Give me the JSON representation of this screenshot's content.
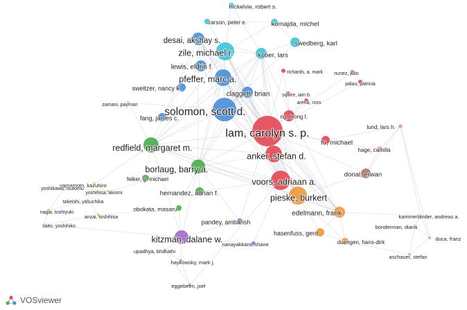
{
  "app": {
    "name": "VOSviewer"
  },
  "cluster_colors": {
    "blue": "#4c8fd6",
    "cyan": "#3fc6d8",
    "red": "#e44b57",
    "green": "#4cae4f",
    "orange": "#f0993a",
    "purple": "#a36cc8",
    "brown": "#b07a6e",
    "pink": "#e8a0b4",
    "yellow": "#cdd44a"
  },
  "network": {
    "nodes": [
      {
        "id": "mckelvie",
        "label": "mckelvie, robert s.",
        "cluster": "cyan",
        "weight": 1
      },
      {
        "id": "carson",
        "label": "carson, peter e.",
        "cluster": "cyan",
        "weight": 1
      },
      {
        "id": "komajda",
        "label": "komajda, michel",
        "cluster": "cyan",
        "weight": 2
      },
      {
        "id": "desai",
        "label": "desai, akshay s.",
        "cluster": "blue",
        "weight": 4
      },
      {
        "id": "swedberg",
        "label": "swedberg, karl",
        "cluster": "cyan",
        "weight": 2
      },
      {
        "id": "zile",
        "label": "zile, michael r.",
        "cluster": "cyan",
        "weight": 5
      },
      {
        "id": "kober",
        "label": "kober, lars",
        "cluster": "cyan",
        "weight": 3
      },
      {
        "id": "lewis",
        "label": "lewis, eldrin f.",
        "cluster": "blue",
        "weight": 3
      },
      {
        "id": "pfeffer",
        "label": "pfeffer, marc a.",
        "cluster": "blue",
        "weight": 5
      },
      {
        "id": "richards",
        "label": "richards, a. mark",
        "cluster": "red",
        "weight": 1
      },
      {
        "id": "nunez",
        "label": "nunez, julio",
        "cluster": "red",
        "weight": 1
      },
      {
        "id": "palau",
        "label": "palau, patricia",
        "cluster": "red",
        "weight": 1
      },
      {
        "id": "sweitzer",
        "label": "sweitzer, nancy k.",
        "cluster": "blue",
        "weight": 2
      },
      {
        "id": "claggett",
        "label": "claggett, brian",
        "cluster": "blue",
        "weight": 4
      },
      {
        "id": "squire",
        "label": "squire, iain b.",
        "cluster": "red",
        "weight": 1
      },
      {
        "id": "zamani",
        "label": "zamani, payman",
        "cluster": "yellow",
        "weight": 1
      },
      {
        "id": "arenaross",
        "label": "arena, ross",
        "cluster": "red",
        "weight": 1
      },
      {
        "id": "solomon",
        "label": "solomon, scott d.",
        "cluster": "blue",
        "weight": 8
      },
      {
        "id": "ng",
        "label": "ng, leong l.",
        "cluster": "red",
        "weight": 2
      },
      {
        "id": "fang",
        "label": "fang, james c.",
        "cluster": "blue",
        "weight": 2
      },
      {
        "id": "lam",
        "label": "lam, carolyn s. p.",
        "cluster": "red",
        "weight": 10
      },
      {
        "id": "lund",
        "label": "lund, lars h.",
        "cluster": "pink",
        "weight": 2
      },
      {
        "id": "fu",
        "label": "fu, michael",
        "cluster": "red",
        "weight": 2
      },
      {
        "id": "redfield",
        "label": "redfield, margaret m.",
        "cluster": "green",
        "weight": 5
      },
      {
        "id": "hage",
        "label": "hage, camilla",
        "cluster": "pink",
        "weight": 2
      },
      {
        "id": "anker",
        "label": "anker, stefan d.",
        "cluster": "red",
        "weight": 5
      },
      {
        "id": "borlaug",
        "label": "borlaug, barry a.",
        "cluster": "green",
        "weight": 5
      },
      {
        "id": "donal",
        "label": "donal, erwan",
        "cluster": "brown",
        "weight": 3
      },
      {
        "id": "felker",
        "label": "felker, g. michael",
        "cluster": "green",
        "weight": 1
      },
      {
        "id": "yamamoto",
        "label": "yamamoto, kazuhiro",
        "cluster": "yellow",
        "weight": 1
      },
      {
        "id": "voors",
        "label": "voors, adriaan a.",
        "cluster": "red",
        "weight": 6
      },
      {
        "id": "yoshikawa",
        "label": "yoshikawa, tsutomu",
        "cluster": "yellow",
        "weight": 1
      },
      {
        "id": "yoshihisa",
        "label": "yoshihisa, akiomi",
        "cluster": "yellow",
        "weight": 1
      },
      {
        "id": "takeishi",
        "label": "takeishi, yasuchika",
        "cluster": "yellow",
        "weight": 1
      },
      {
        "id": "hernandez",
        "label": "hernandez, adrian f.",
        "cluster": "green",
        "weight": 3
      },
      {
        "id": "pieske",
        "label": "pieske, burkert",
        "cluster": "orange",
        "weight": 6
      },
      {
        "id": "nagai",
        "label": "nagai, toshiyuki",
        "cluster": "yellow",
        "weight": 1
      },
      {
        "id": "anzai",
        "label": "anzai, toshihisa",
        "cluster": "yellow",
        "weight": 1
      },
      {
        "id": "obokata",
        "label": "obokata, masaru",
        "cluster": "green",
        "weight": 1
      },
      {
        "id": "edelmann",
        "label": "edelmann, frank",
        "cluster": "orange",
        "weight": 4
      },
      {
        "id": "saito",
        "label": "saito, yoshihiko",
        "cluster": "yellow",
        "weight": 1
      },
      {
        "id": "kammerlander",
        "label": "kammerlander, andreas a.",
        "cluster": "pink",
        "weight": 1
      },
      {
        "id": "pandey",
        "label": "pandey, ambarish",
        "cluster": "purple",
        "weight": 1
      },
      {
        "id": "bonderman",
        "label": "bonderman, diana",
        "cluster": "pink",
        "weight": 1
      },
      {
        "id": "duca",
        "label": "duca, franz",
        "cluster": "pink",
        "weight": 1
      },
      {
        "id": "hasenfuss",
        "label": "hasenfuss, gerd",
        "cluster": "orange",
        "weight": 2
      },
      {
        "id": "kitzman",
        "label": "kitzman, dalane w.",
        "cluster": "purple",
        "weight": 4
      },
      {
        "id": "duengen",
        "label": "duengen, hans-dirk",
        "cluster": "orange",
        "weight": 2
      },
      {
        "id": "nanayakkara",
        "label": "nanayakkara, shane",
        "cluster": "purple",
        "weight": 1
      },
      {
        "id": "upadhya",
        "label": "upadhya, bharathi",
        "cluster": "purple",
        "weight": 1
      },
      {
        "id": "aschauer",
        "label": "aschauer, stefan",
        "cluster": "pink",
        "weight": 1
      },
      {
        "id": "haykowsky",
        "label": "haykowsky, mark j.",
        "cluster": "purple",
        "weight": 1
      },
      {
        "id": "eggebeen",
        "label": "eggebeen, joel",
        "cluster": "purple",
        "weight": 1
      }
    ]
  }
}
